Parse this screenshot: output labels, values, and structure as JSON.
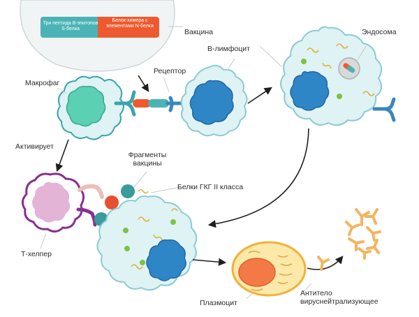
{
  "labels": {
    "vaccine": "Вакцина",
    "chip_left": "Три пептида В-эпитопов S-белка",
    "chip_right": "Белок-химера с элементами N-белка",
    "b_lymphocyte": "В-лимфоцит",
    "receptor": "Рецептор",
    "macrophage": "Макрофаг",
    "endosome": "Эндосома",
    "activates": "Активирует",
    "fragments": "Фрагменты вакцины",
    "mhc": "Белки ГКГ II класса",
    "t_helper": "Т-хелпер",
    "plasmocyte": "Плазмоцит",
    "antibody": "Антитело вируснейтрализующее"
  },
  "colors": {
    "cell_fill": "#dff2f4",
    "cell_stroke": "#8ccbd3",
    "nucleus_blue": "#2f86c7",
    "nucleus_green": "#5bd0b3",
    "t_helper_purple": "#8a2f8f",
    "t_helper_nucleus": "#e3b4d6",
    "chip_teal": "#4bb3b6",
    "chip_orange": "#ee5a2f",
    "antibody": "#f2b55f",
    "mhc_red": "#e8502d",
    "mhc_teal": "#3a9a9c",
    "plasma_fill": "#fce9a9",
    "plasma_nucleus": "#f37a46",
    "arrow": "#1f1f1f"
  }
}
